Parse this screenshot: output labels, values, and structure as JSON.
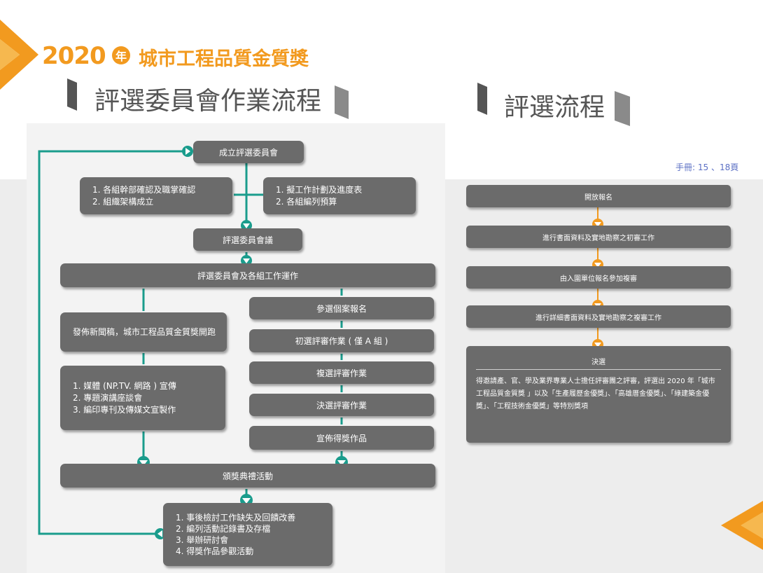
{
  "header": {
    "year": "2020",
    "year_badge": "年",
    "title": "城市工程品質金質獎"
  },
  "left_section": {
    "title": "評選委員會作業流程"
  },
  "right_section": {
    "title": "評選流程"
  },
  "manual_note": "手冊: 15 、18頁",
  "colors": {
    "orange": "#f29a1f",
    "teal": "#1a9c8c",
    "box": "#6b6b6b",
    "note": "#5b6fc4"
  },
  "left_flow": {
    "establish": "成立評選委員會",
    "left_tasks": [
      "1. 各組幹部確認及職掌確認",
      "2. 組織架構成立"
    ],
    "right_tasks": [
      "1. 擬工作計劃及進度表",
      "2. 各組編列預算"
    ],
    "meeting": "評選委員會議",
    "operations": "評選委員會及各組工作運作",
    "press": "發佈新聞稿，城市工程品質金質獎開跑",
    "media": [
      "1. 媒體 (NP.TV. 網路 ) 宣傳",
      "2. 專題演講座談會",
      "3. 編印專刊及傳媒文宣製作"
    ],
    "register": "參選個案報名",
    "preliminary": "初選評審作業 ( 僅 A 組 )",
    "second": "複選評審作業",
    "final": "決選評審作業",
    "announce": "宣佈得獎作品",
    "ceremony": "頒獎典禮活動",
    "followup": [
      "1. 事後檢討工作缺失及回饋改善",
      "2. 編列活動記錄書及存檔",
      "3. 舉辦研討會",
      "4. 得獎作品參觀活動"
    ]
  },
  "right_flow": {
    "steps": [
      "開放報名",
      "進行書面資料及實地勘察之初審工作",
      "由入圍單位報名參加複審",
      "進行詳細書面資料及實地勘察之複審工作"
    ],
    "final_title": "決選",
    "final_text": "得邀請產、官、學及業界專業人士擔任評審團之評審，評選出 2020 年「城市工程品質金質獎 」以及「生產履歷金優獎」、「高雄厝金優獎」、「綠建築金優獎」、「工程技術金優獎」等特別獎項"
  }
}
